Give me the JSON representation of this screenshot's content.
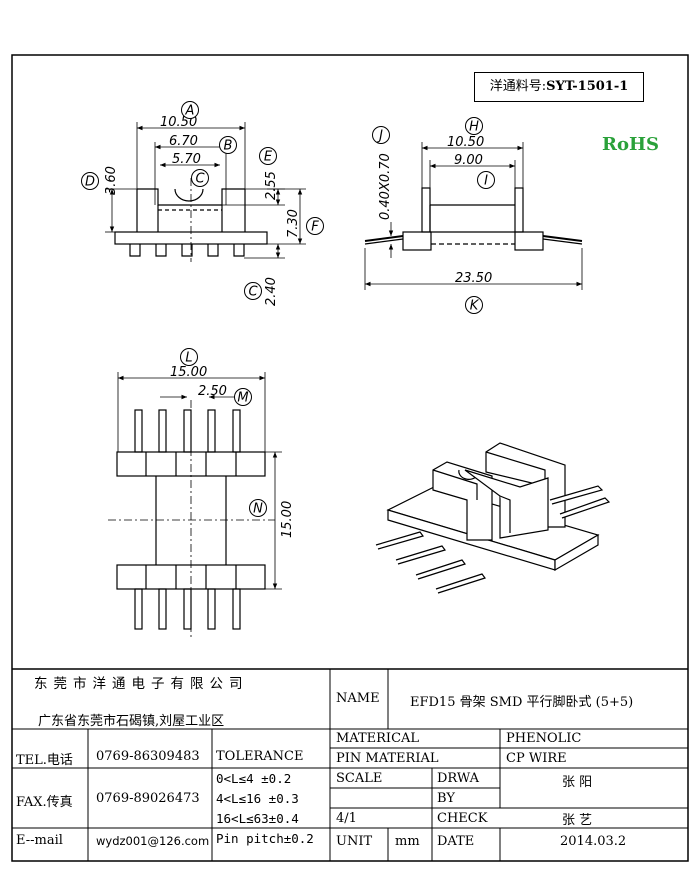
{
  "part_number": {
    "label": "洋通料号:",
    "value": "SYT-1501-1"
  },
  "rohs": "RoHS",
  "dimensions": {
    "A": "10.50",
    "B": "6.70",
    "C_top": "5.70",
    "D": "3.60",
    "E": "2.55",
    "F": "7.30",
    "C_bottom": "2.40",
    "H": "10.50",
    "I": "9.00",
    "J": "0.40X0.70",
    "K": "23.50",
    "L": "15.00",
    "M": "2.50",
    "N": "15.00"
  },
  "letters": [
    "A",
    "B",
    "C",
    "D",
    "E",
    "F",
    "C",
    "H",
    "I",
    "J",
    "K",
    "L",
    "M",
    "N"
  ],
  "title_block": {
    "company": "东莞市洋通电子有限公司",
    "address": "广东省东莞市石碣镇,刘屋工业区",
    "name_label": "NAME",
    "name_value": "EFD15 骨架 SMD 平行脚卧式 (5+5)",
    "tel_label": "TEL.电话",
    "tel_value": "0769-86309483",
    "fax_label": "FAX.传真",
    "fax_value": "0769-89026473",
    "email_label": "E--mail",
    "email_value": "wydz001@126.com",
    "tolerance_label": "TOLERANCE",
    "tolerances": [
      "0<L≤4  ±0.2",
      "4<L≤16 ±0.3",
      "16<L≤63±0.4",
      "Pin pitch±0.2"
    ],
    "material_label": "MATERICAL",
    "material_value": "PHENOLIC",
    "pin_material_label": "PIN MATERIAL",
    "pin_material_value": "CP WIRE",
    "scale_label": "SCALE",
    "scale_value": "4/1",
    "drawn_label_1": "DRWA",
    "drawn_label_2": "BY",
    "drawn_value": "张 阳",
    "check_label": "CHECK",
    "check_value": "张 艺",
    "unit_label": "UNIT",
    "unit_value": "mm",
    "date_label": "DATE",
    "date_value": "2014.03.2"
  }
}
